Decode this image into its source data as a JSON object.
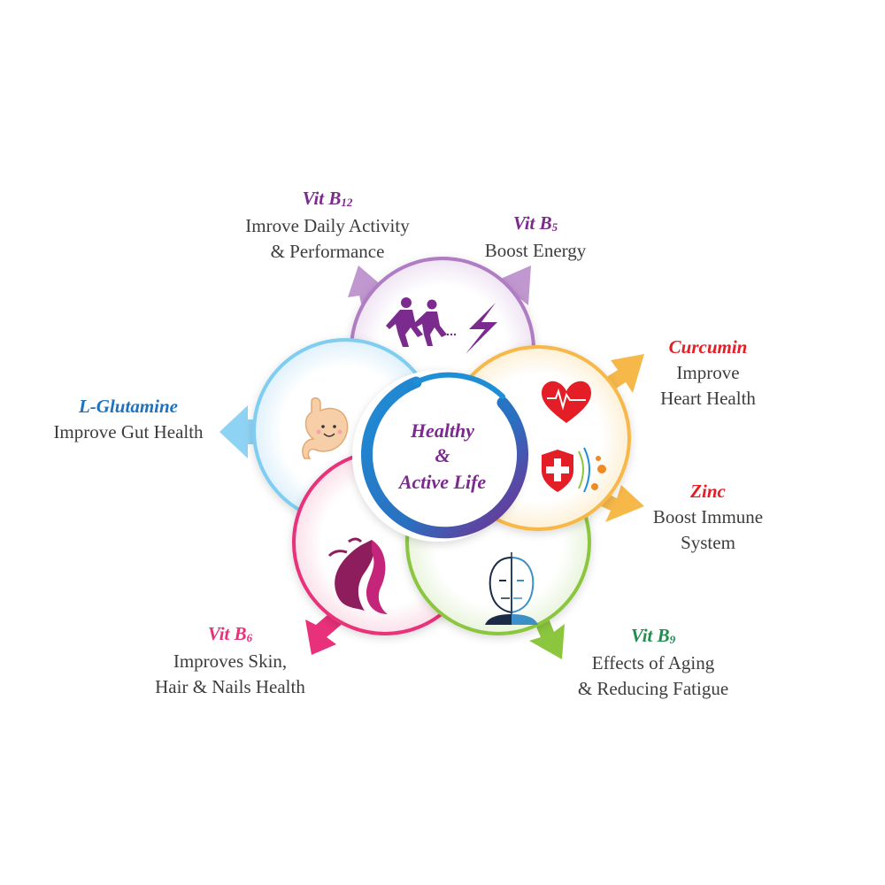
{
  "center": {
    "line1": "Healthy",
    "line2": "&",
    "line3": "Active Life"
  },
  "colors": {
    "purple": "#7b2a8e",
    "lavender": "#c197cf",
    "orange": "#f7b84a",
    "green": "#8cc63f",
    "pink": "#e8317a",
    "sky": "#8fd3f4",
    "red": "#e41e26",
    "blue_title": "#1e73be",
    "green_title": "#1e8f4e"
  },
  "items": {
    "b12": {
      "title": "Vit B",
      "sub": "12",
      "line1": "Imrove Daily Activity",
      "line2": "& Performance",
      "icon": "runners-icon"
    },
    "b5": {
      "title": "Vit B",
      "sub": "5",
      "line1": "Boost Energy",
      "icon": "lightning-icon"
    },
    "curcumin": {
      "title": "Curcumin",
      "line1": "Improve",
      "line2": "Heart Health",
      "icon": "heart-icon"
    },
    "zinc": {
      "title": "Zinc",
      "line1": "Boost Immune",
      "line2": "System",
      "icon": "shield-icon"
    },
    "b9": {
      "title": "Vit B",
      "sub": "9",
      "line1": "Effects of Aging",
      "line2": "& Reducing Fatigue",
      "icon": "aging-face-icon"
    },
    "b6": {
      "title": "Vit B",
      "sub": "6",
      "line1": "Improves Skin,",
      "line2": "Hair & Nails Health",
      "icon": "hair-face-icon"
    },
    "glutamine": {
      "title": "L-Glutamine",
      "line1": "Improve Gut Health",
      "icon": "stomach-icon"
    }
  }
}
